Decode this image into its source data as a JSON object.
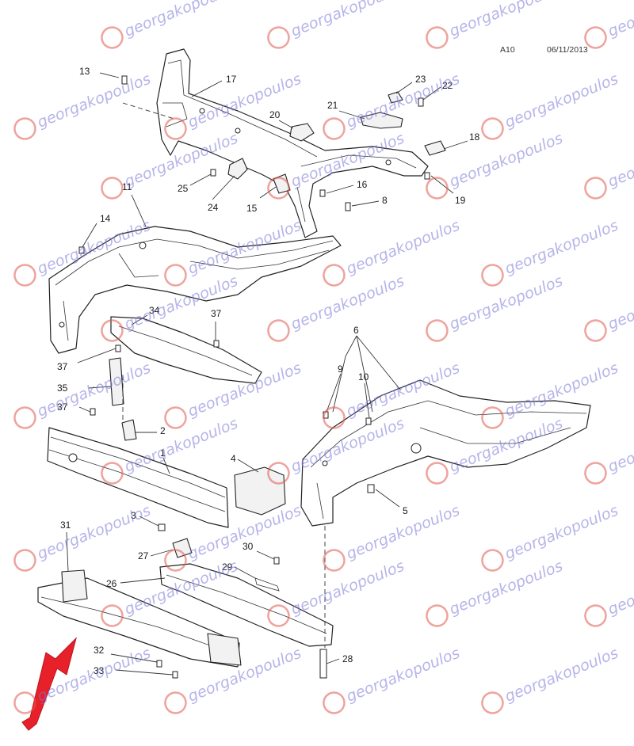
{
  "header": {
    "ref_code": "A10",
    "date": "06/11/2013"
  },
  "watermark": {
    "text": "georgakopoulos",
    "logo_color": "#e0584a",
    "text_color": "#7b77d8"
  },
  "arrow_color": "#e8202a",
  "callouts": [
    "13",
    "17",
    "23",
    "22",
    "21",
    "20",
    "18",
    "25",
    "24",
    "15",
    "16",
    "8",
    "19",
    "11",
    "14",
    "34",
    "37",
    "37",
    "35",
    "37",
    "2",
    "1",
    "6",
    "9",
    "10",
    "4",
    "5",
    "3",
    "31",
    "30",
    "27",
    "29",
    "26",
    "28",
    "32",
    "33"
  ]
}
